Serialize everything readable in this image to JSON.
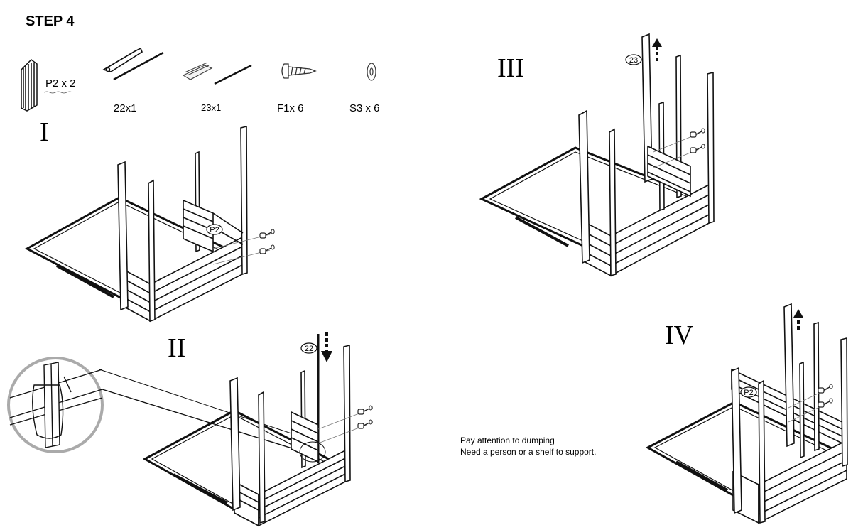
{
  "step_title": "STEP 4",
  "parts": [
    {
      "label": "P2 x 2",
      "icon": "wall-panel-icon"
    },
    {
      "label": "22x1",
      "icon": "front-rail-icon"
    },
    {
      "label": "23x1",
      "icon": "rear-rail-icon"
    },
    {
      "label": "F1x 6",
      "icon": "screw-icon"
    },
    {
      "label": "S3 x 6",
      "icon": "washer-icon"
    }
  ],
  "panels": [
    {
      "numeral": "I",
      "tag": "P2"
    },
    {
      "numeral": "II",
      "tag": "22"
    },
    {
      "numeral": "III",
      "tag": "23"
    },
    {
      "numeral": "IV",
      "tag": "P2"
    }
  ],
  "note": {
    "line1": "Pay attention to dumping",
    "line2": "Need a person or a shelf to support."
  }
}
